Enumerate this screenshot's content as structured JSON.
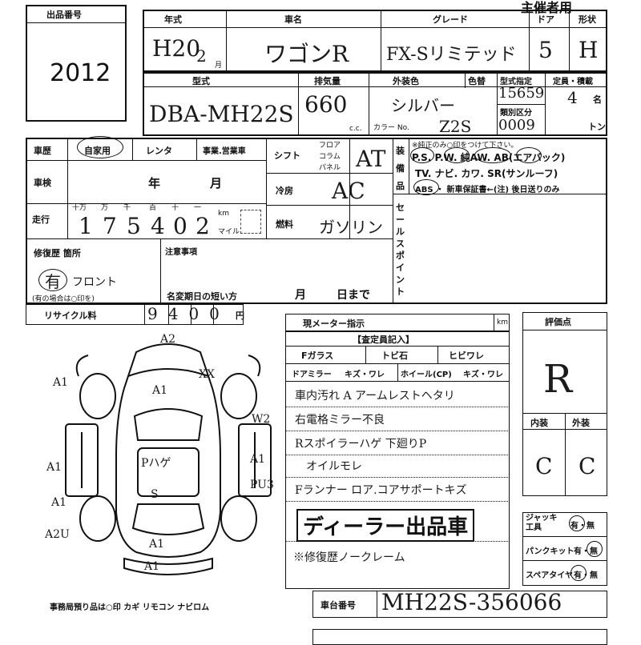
{
  "header": {
    "title_right": "主催者用"
  },
  "lot": {
    "label": "出品番号",
    "number": "2012"
  },
  "row1": {
    "year_label": "年式",
    "make_label": "車名",
    "grade_label": "グレード",
    "doors_label": "ドア",
    "shape_label": "形状",
    "year_value": "H20",
    "month_value": "2",
    "month_unit": "月",
    "make_value": "ワゴンR",
    "grade_value": "FX-Sリミテッド",
    "doors_value": "5",
    "shape_value": "H"
  },
  "row2": {
    "model_label": "型式",
    "displacement_label": "排気量",
    "color_label": "外装色",
    "tone_label": "色替",
    "type_label": "型式指定",
    "class_label": "類別区分",
    "capacity_label": "定員・積載",
    "model_value": "DBA-MH22S",
    "displacement_value": "660",
    "cc": "c.c.",
    "color_value": "シルバー",
    "colorcode_label": "カラー No.",
    "colorcode_value": "Z2S",
    "type_value": "15659",
    "class_value": "0009",
    "capacity_value": "4",
    "capacity_unit": "名",
    "ton_unit": "トン"
  },
  "history": {
    "label": "車歴",
    "private": "自家用",
    "rental": "レンタ",
    "business": "事業.営業車",
    "inspection_label": "車検",
    "year_unit": "年",
    "month_unit": "月",
    "mileage_label": "走行",
    "digit_labels": [
      "十万",
      "万",
      "千",
      "百",
      "十",
      "一"
    ],
    "mileage_digits": [
      "1",
      "7",
      "5",
      "4",
      "0",
      "2"
    ],
    "km": "km",
    "mile": "マイル"
  },
  "shift": {
    "label": "シフト",
    "floor": "フロア",
    "column": "コラム",
    "panel": "パネル",
    "value": "AT",
    "ac_label": "冷房",
    "ac_value": "AC",
    "fuel_label": "燃料",
    "fuel_value": "ガソリン"
  },
  "equipment": {
    "label": "装備品",
    "note": "※純正のみ○印をつけて下さい。",
    "line1": "P.S. P.W. 純AW. AB(エアバック)",
    "line2": "TV. ナビ. カワ. SR(サンルーフ)",
    "line3": "ABS ・ 新車保証書←(注) 後日送りのみ"
  },
  "sales_point": {
    "label": "セールスポイント"
  },
  "repair": {
    "label": "修復歴 箇所",
    "value": "有",
    "value_detail": "フロント",
    "note": "(有の場合は○印を)"
  },
  "notes_box": {
    "label": "注意事項",
    "name_change_label": "名変期日の短い方",
    "month_unit": "月",
    "day_unit": "日まで"
  },
  "recycle": {
    "label": "リサイクル料",
    "value": "9400",
    "unit": "円"
  },
  "meter": {
    "label": "現メーター指示",
    "km": "km"
  },
  "inspector": {
    "title": "【査定員記入】",
    "fglass": "Fガラス",
    "tobiishi": "トビ石",
    "hibiware": "ヒビワレ",
    "doormirror": "ドアミラー",
    "kizu_ware1": "キズ・ワレ",
    "wheel": "ホイール(CP)",
    "kizu_ware2": "キズ・ワレ",
    "lines": [
      "車内汚れ A  アームレストヘタリ",
      "右電格ミラー不良",
      "Rスポイラーハゲ  下廻りP",
      "オイルモレ",
      "Fランナー  ロア.コアサポートキズ",
      "ディーラー出品車",
      "※修復歴ノークレーム"
    ]
  },
  "diagram": {
    "marks": [
      "A2",
      "XX",
      "A1",
      "A1",
      "W2",
      "A1",
      "A1",
      "PU3",
      "A1",
      "A2U",
      "A1",
      "Pハゲ",
      "S",
      "A1"
    ]
  },
  "evaluation": {
    "label": "評価点",
    "value": "R",
    "interior_label": "内装",
    "exterior_label": "外装",
    "interior_value": "C",
    "exterior_value": "C"
  },
  "tools": {
    "jack_label": "ジャッキ工具",
    "jack_value": "有・無",
    "puncture_label": "パンクキット",
    "puncture_value": "有・無",
    "spare_label": "スペアタイヤ",
    "spare_value": "有・無"
  },
  "office": {
    "note": "事務局預り品は○印  カギ  リモコン  ナビロム"
  },
  "chassis": {
    "label": "車台番号",
    "value": "MH22S-356066"
  }
}
